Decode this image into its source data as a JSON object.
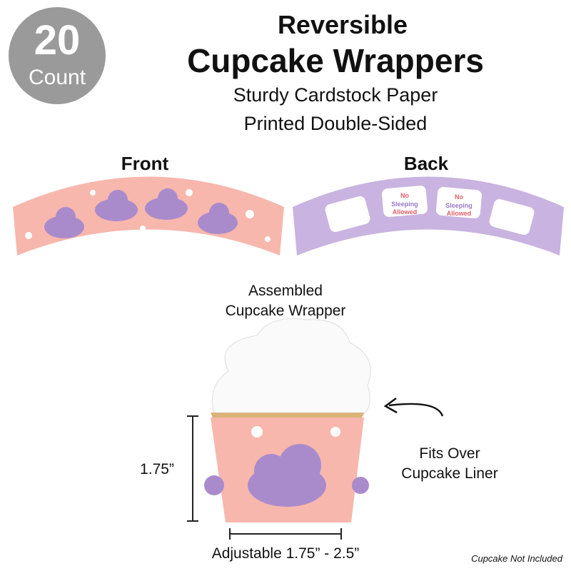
{
  "badge": {
    "number": "20",
    "unit": "Count"
  },
  "title": {
    "line1": "Reversible",
    "line2": "Cupcake Wrappers"
  },
  "subtitle": {
    "line1": "Sturdy Cardstock Paper",
    "line2": "Printed Double-Sided"
  },
  "front": {
    "label": "Front"
  },
  "back": {
    "label": "Back",
    "pillow_text": [
      "No",
      "Sleeping",
      "Allowed"
    ]
  },
  "assembled": {
    "line1": "Assembled",
    "line2": "Cupcake Wrapper"
  },
  "dimensions": {
    "height": "1.75”",
    "width": "Adjustable 1.75” - 2.5”"
  },
  "callout": {
    "line1": "Fits Over",
    "line2": "Cupcake Liner"
  },
  "note": "Cupcake Not Included",
  "colors": {
    "pink": "#f7b7ad",
    "lavender": "#c9b3e0",
    "cloud": "#a98bcc",
    "badge": "#9a9a9a"
  }
}
